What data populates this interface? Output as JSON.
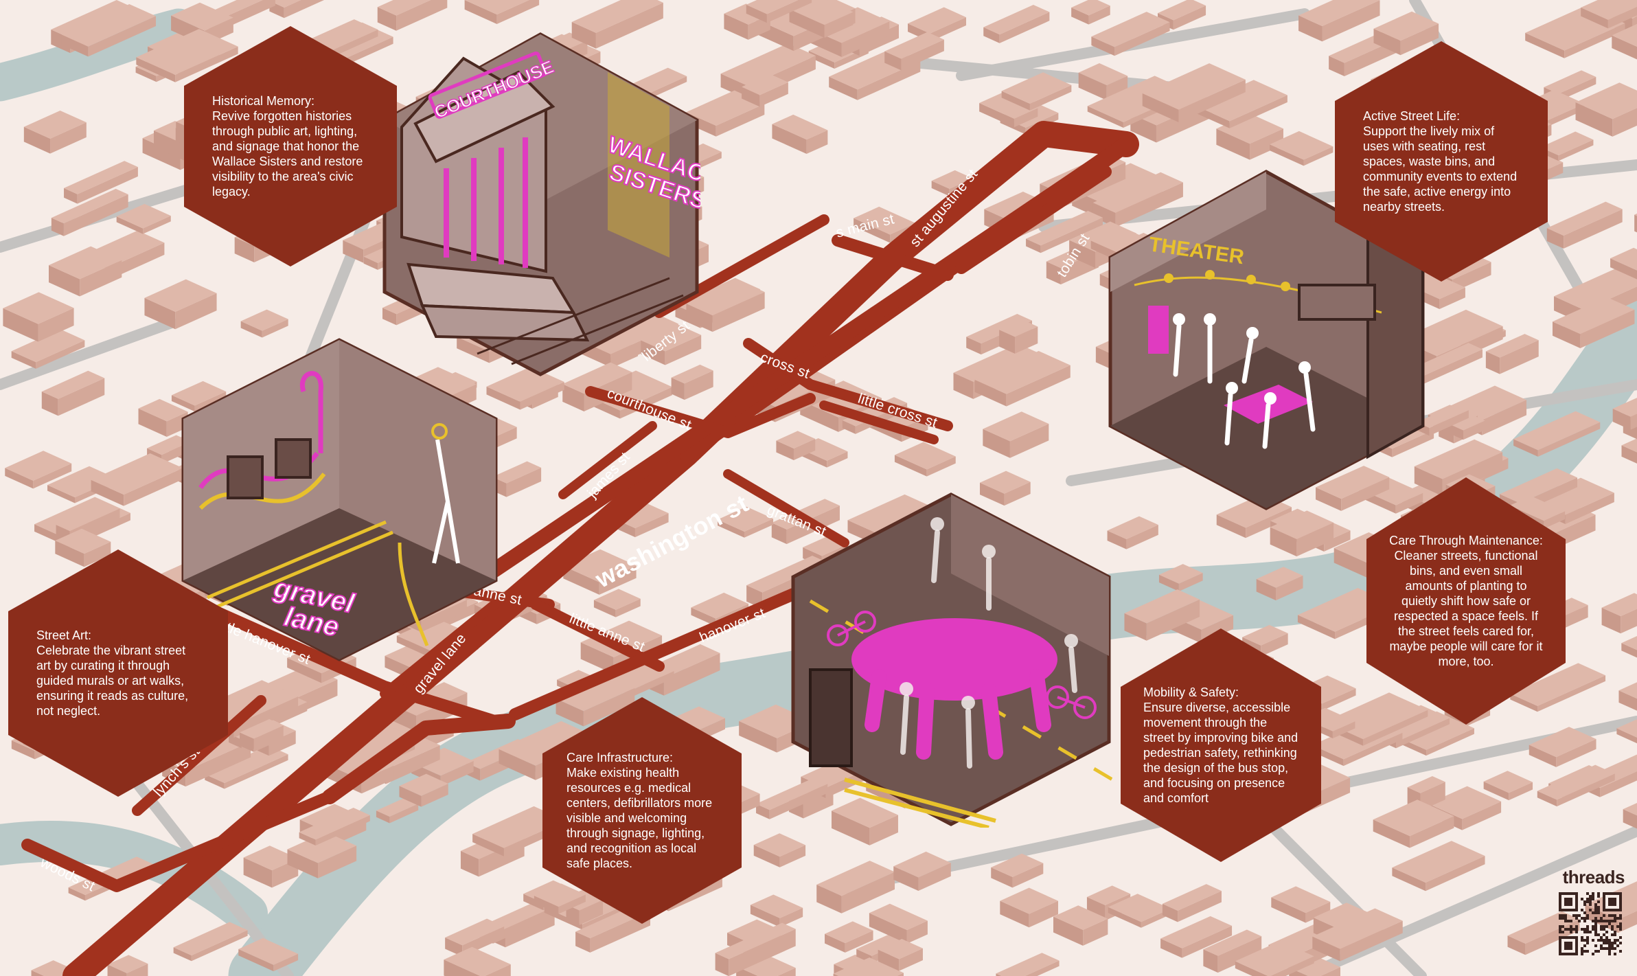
{
  "hexes": {
    "historical_memory": {
      "title": "Historical Memory:",
      "body": "Revive forgotten histories through public art, lighting, and signage that honor the Wallace Sisters and restore visibility to the area's civic legacy."
    },
    "active_street_life": {
      "title": "Active Street Life:",
      "body": "Support the lively mix of uses with seating, rest spaces, waste bins, and community events to extend the safe, active energy into nearby streets."
    },
    "street_art": {
      "title": "Street Art:",
      "body": "Celebrate the vibrant street art by curating it through guided murals or art walks, ensuring it reads as culture, not neglect."
    },
    "care_infrastructure": {
      "title": "Care Infrastructure:",
      "body": "Make existing health resources e.g. medical centers, defibrillators more visible and welcoming through signage, lighting, and recognition as local safe places."
    },
    "care_maintenance": {
      "title": "Care Through Maintenance:",
      "body": "Cleaner streets, functional bins, and even small amounts of planting to quietly shift how safe or respected a space feels. If the street feels cared for, maybe people will care for it more, too."
    },
    "mobility_safety": {
      "title": "Mobility & Safety:",
      "body": "Ensure diverse, accessible movement through the street by improving bike and pedestrian safety, rethinking the design of the bus stop, and focusing on presence and comfort"
    }
  },
  "streets": {
    "washington": "washington st",
    "s_main": "s main st",
    "st_augustine": "st augustine st",
    "tobin": "tobin st",
    "liberty": "liberty st",
    "cross": "cross st",
    "little_cross": "little cross st",
    "courthouse": "courthouse st",
    "james": "james st",
    "grattan": "grattan st",
    "anne": "anne st",
    "little_anne": "little anne st",
    "hanover": "hanover st",
    "little_hanover": "little hanover st",
    "gravel_lane": "gravel lane",
    "lynchs": "lynch's st",
    "woods": "woods st"
  },
  "vignettes": {
    "courthouse_sign": "COURTHOUSE",
    "wallace_line1": "WALLACE",
    "wallace_line2": "SISTERS",
    "theater_sign": "THEATER",
    "gravel_line1": "gravel",
    "gravel_line2": "lane"
  },
  "brand": {
    "name": "threads"
  },
  "colors": {
    "background": "#f6ece7",
    "building": "#dfb8aa",
    "river": "#b9c9c8",
    "street": "#a2321e",
    "hexagon": "#8b2d1b",
    "neon_pink": "#e03bc0",
    "neon_yellow": "#e8c12c"
  }
}
